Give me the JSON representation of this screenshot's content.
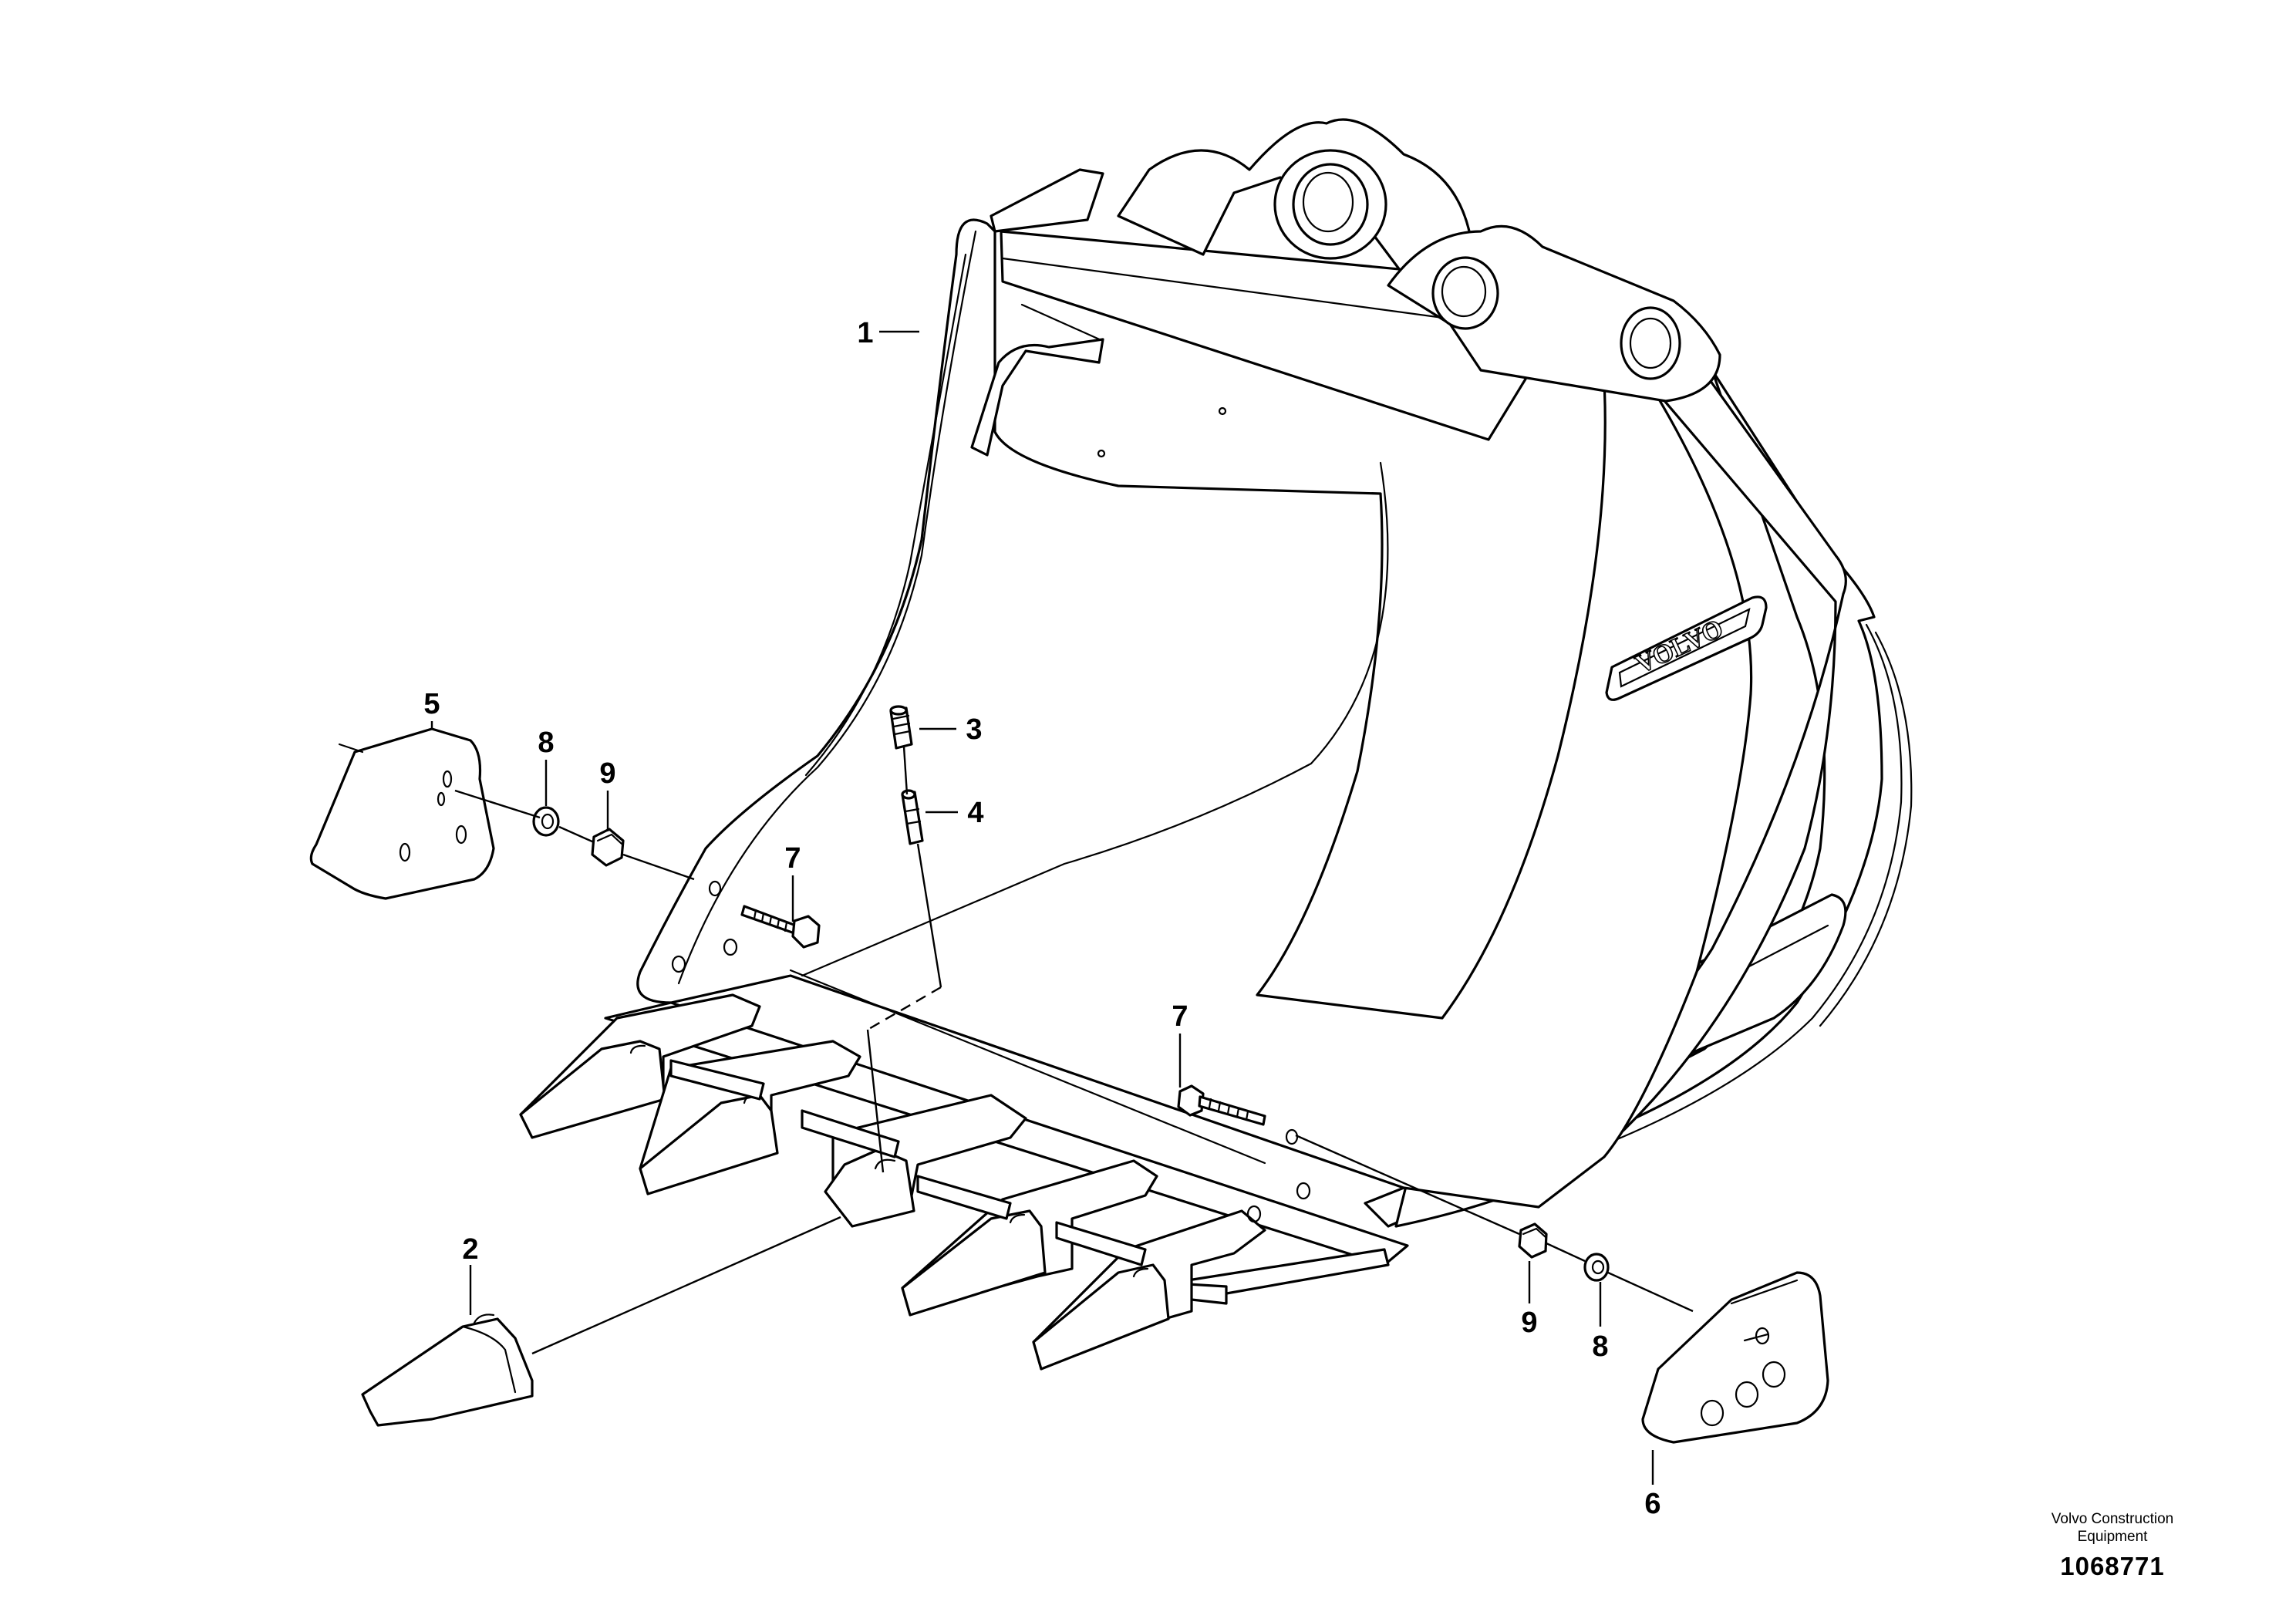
{
  "diagram": {
    "callouts": [
      {
        "id": "c1",
        "label": "1"
      },
      {
        "id": "c2",
        "label": "2"
      },
      {
        "id": "c3",
        "label": "3"
      },
      {
        "id": "c4",
        "label": "4"
      },
      {
        "id": "c5",
        "label": "5"
      },
      {
        "id": "c6",
        "label": "6"
      },
      {
        "id": "c7a",
        "label": "7"
      },
      {
        "id": "c7b",
        "label": "7"
      },
      {
        "id": "c8a",
        "label": "8"
      },
      {
        "id": "c8b",
        "label": "8"
      },
      {
        "id": "c9a",
        "label": "9"
      },
      {
        "id": "c9b",
        "label": "9"
      }
    ],
    "brand_plate": "VOLVO"
  },
  "footer": {
    "company_line1": "Volvo Construction",
    "company_line2": "Equipment",
    "drawing_number": "1068771"
  }
}
